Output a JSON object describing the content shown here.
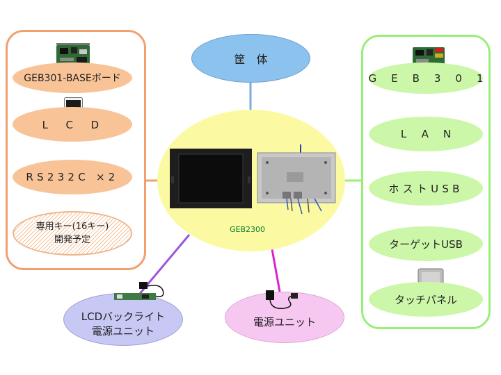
{
  "center": {
    "label": "GEB2300"
  },
  "top": {
    "label": "筐　体"
  },
  "left": {
    "items": [
      {
        "label": "GEB301-BASEボード"
      },
      {
        "label": "L　C　D"
      },
      {
        "label": "RS232C ×2"
      },
      {
        "line1": "専用キー(16キー)",
        "line2": "開発予定"
      }
    ]
  },
  "right": {
    "items": [
      {
        "label": "GEB301"
      },
      {
        "label": "LAN"
      },
      {
        "label": "ホストUSB"
      },
      {
        "label": "ターゲットUSB"
      },
      {
        "label": "タッチパネル"
      }
    ]
  },
  "bottom": {
    "lcd_power": {
      "line1": "LCDバックライト",
      "line2": "電源ユニット"
    },
    "power": {
      "label": "電源ユニット"
    }
  },
  "colors": {
    "left_accent": "#f0a070",
    "right_accent": "#99ee77",
    "center_fill": "#fbfaa2",
    "casing_fill": "#8cc2ee",
    "lcd_power_fill": "#c8c8f5",
    "power_fill": "#f6c8f1"
  }
}
